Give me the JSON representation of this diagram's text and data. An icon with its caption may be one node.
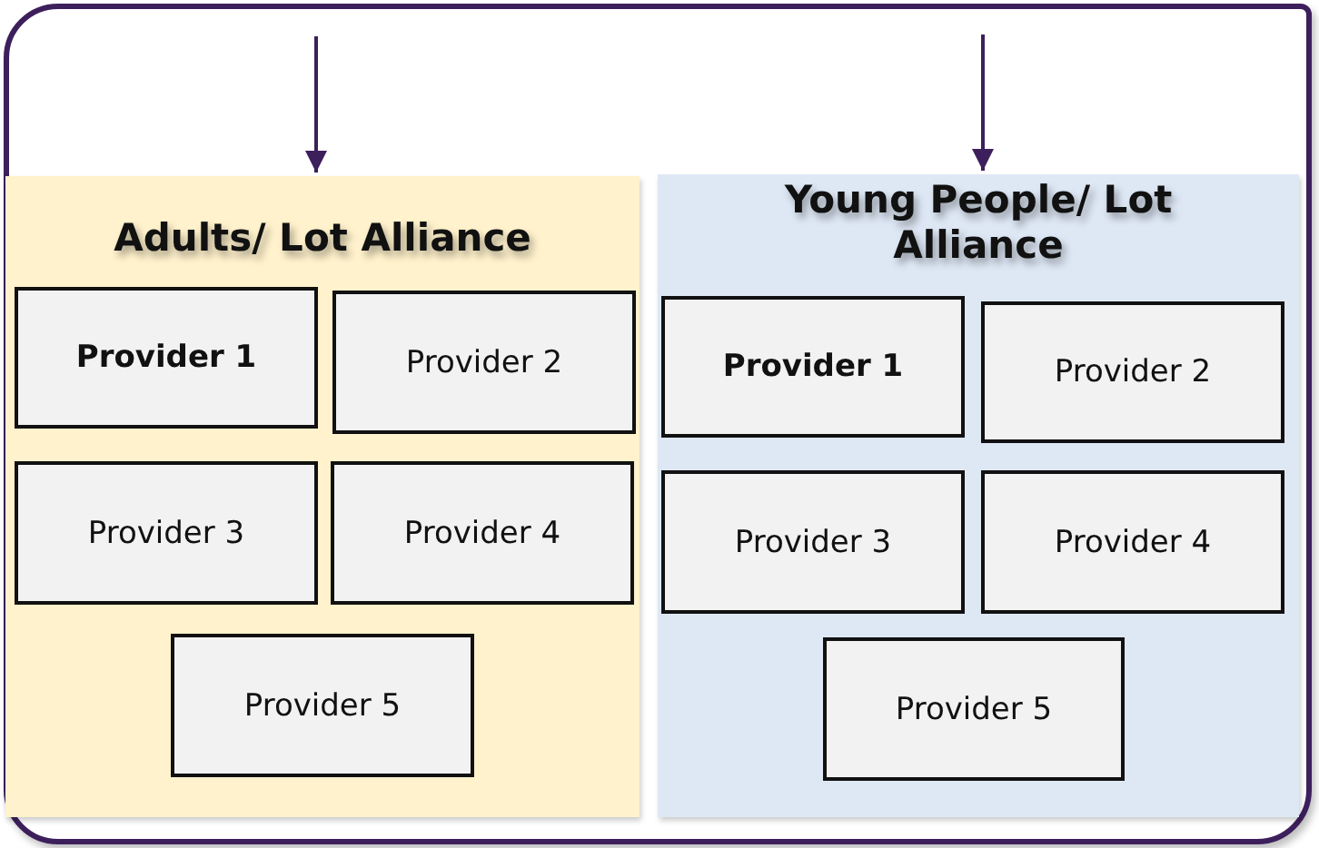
{
  "diagram": {
    "nodes": [
      {
        "text": [],
        "shape": "box"
      },
      {
        "text": [
          "Adults/ Lot Alliance"
        ],
        "in": 0
      },
      {
        "text": [
          "Provider 1"
        ],
        "in": 1
      },
      {
        "text": [
          "Provider 2"
        ],
        "in": 1
      },
      {
        "text": [
          "Provider 3"
        ],
        "in": 1
      },
      {
        "text": [
          "Provider 4"
        ],
        "in": 1
      },
      {
        "text": [
          "Provider 5"
        ],
        "in": 1
      },
      {
        "text": [
          "Young People/ Lot Alliance"
        ],
        "in": 0
      },
      {
        "text": [
          "Provider 1"
        ],
        "in": 7
      },
      {
        "text": [
          "Provider 2"
        ],
        "in": 7
      },
      {
        "text": [
          "Provider 3"
        ],
        "in": 7
      },
      {
        "text": [
          "Provider 4"
        ],
        "in": 7
      },
      {
        "text": [
          "Provider 5"
        ],
        "in": 7
      }
    ],
    "edges": [
      {
        "from": null,
        "to": 1,
        "arrow": "to"
      },
      {
        "from": null,
        "to": 7,
        "arrow": "to"
      }
    ]
  }
}
